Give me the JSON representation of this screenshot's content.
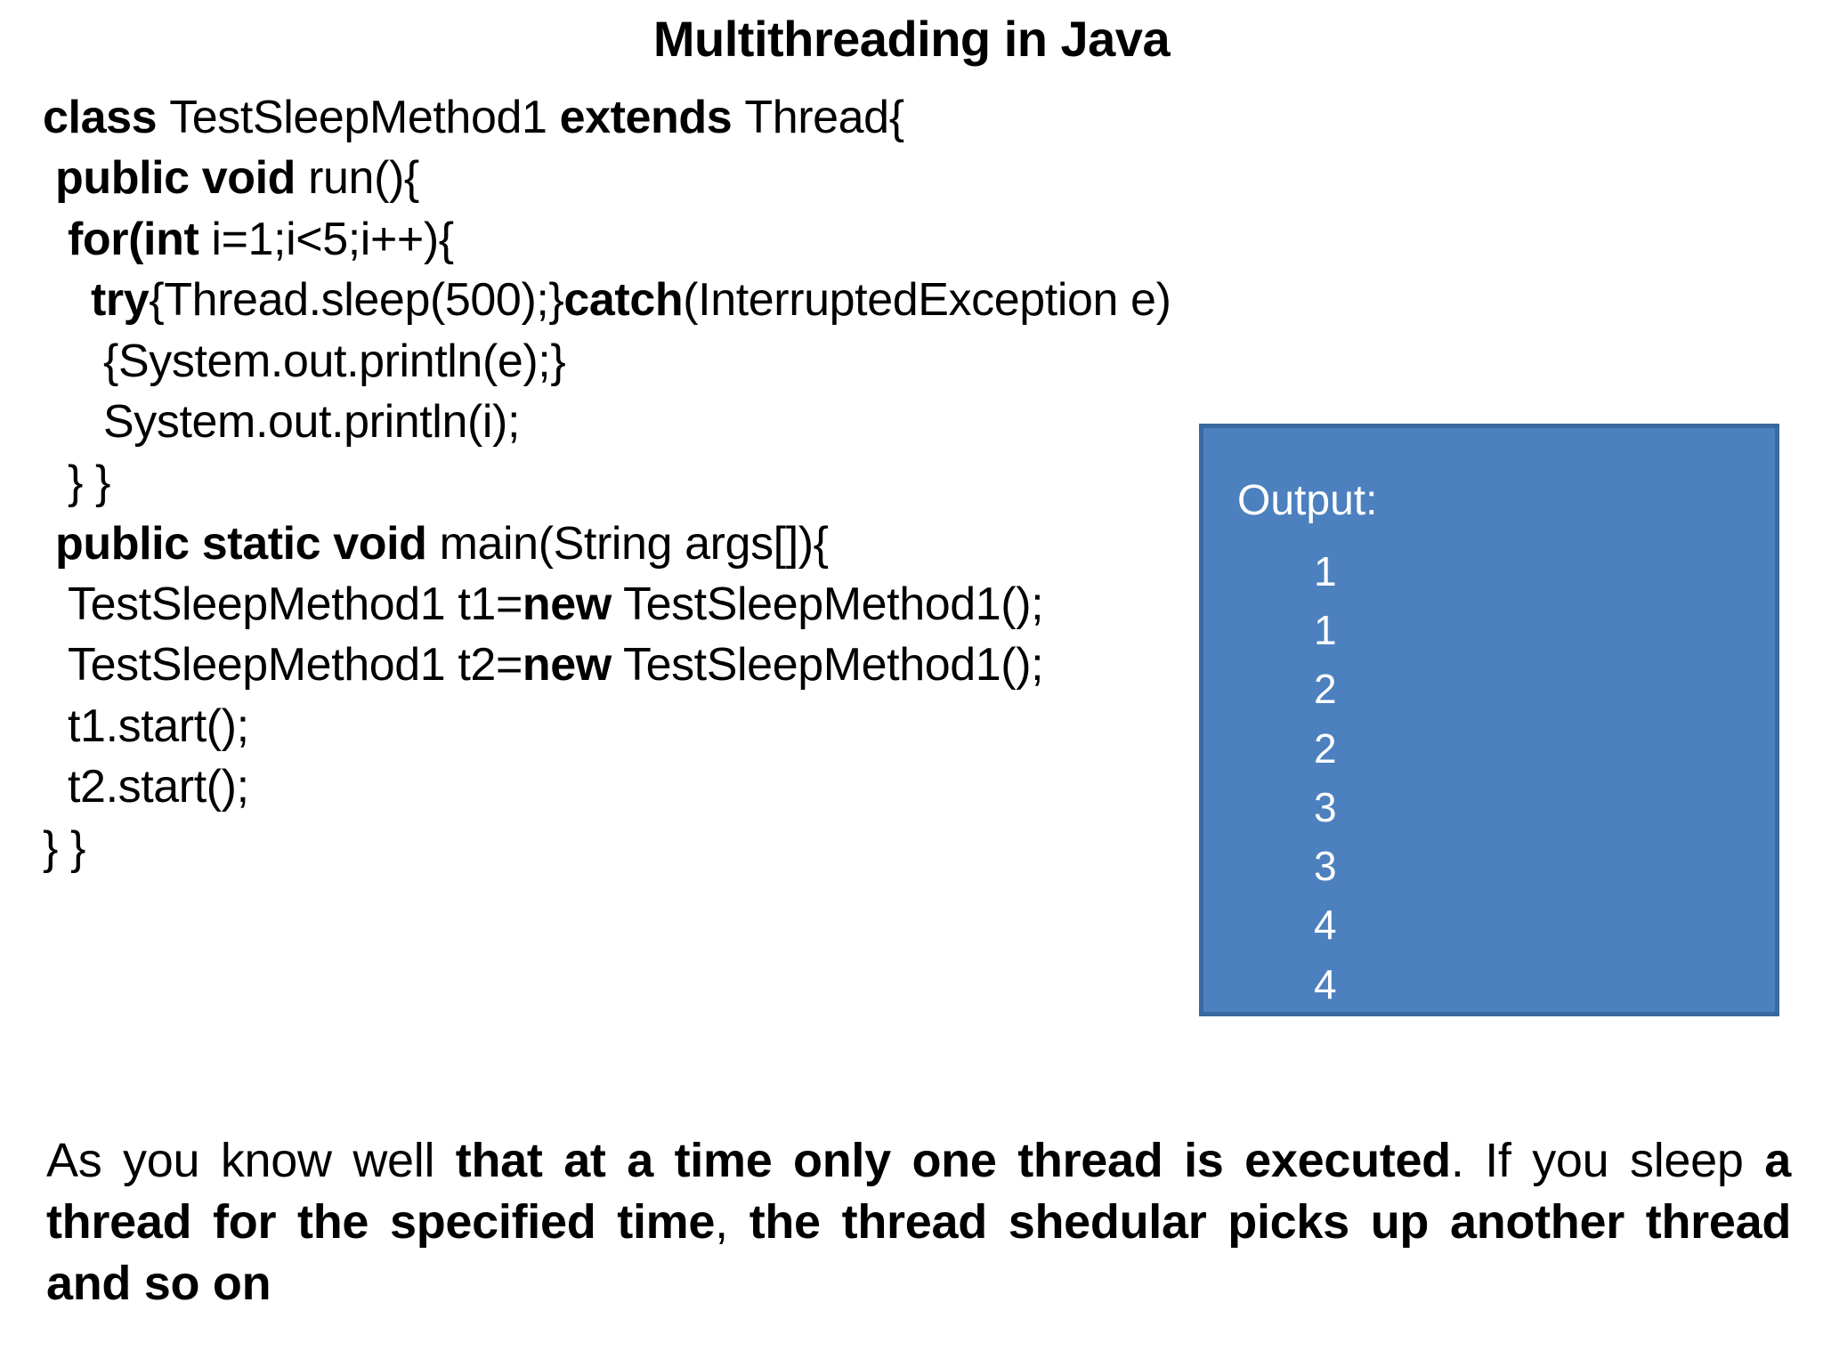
{
  "slide": {
    "title": "Multithreading in Java",
    "background_color": "#FFFFFF",
    "text_color": "#000000"
  },
  "code": {
    "lines": [
      {
        "indent": 0,
        "segments": [
          {
            "text": "class ",
            "bold": true
          },
          {
            "text": "TestSleepMethod1 ",
            "bold": false
          },
          {
            "text": "extends ",
            "bold": true
          },
          {
            "text": "Thread{",
            "bold": false
          }
        ]
      },
      {
        "indent": 1,
        "segments": [
          {
            "text": "public void ",
            "bold": true
          },
          {
            "text": "run(){",
            "bold": false
          }
        ]
      },
      {
        "indent": 2,
        "segments": [
          {
            "text": "for(",
            "bold": true
          },
          {
            "text": "int",
            "bold": true
          },
          {
            "text": " i=1;i<5;i++){",
            "bold": false
          }
        ]
      },
      {
        "indent": 3,
        "segments": [
          {
            "text": "try",
            "bold": true
          },
          {
            "text": "{Thread.sleep(500);}",
            "bold": false
          },
          {
            "text": "catch",
            "bold": true
          },
          {
            "text": "(InterruptedException e)",
            "bold": false
          }
        ]
      },
      {
        "indent": 4,
        "segments": [
          {
            "text": "{System.out.println(e);}",
            "bold": false
          }
        ]
      },
      {
        "indent": 4,
        "segments": [
          {
            "text": "System.out.println(i);",
            "bold": false
          }
        ]
      },
      {
        "indent": 2,
        "segments": [
          {
            "text": "} }",
            "bold": false
          }
        ]
      },
      {
        "indent": 1,
        "segments": [
          {
            "text": "public static void ",
            "bold": true
          },
          {
            "text": "main(String args[]){",
            "bold": false
          }
        ]
      },
      {
        "indent": 2,
        "segments": [
          {
            "text": "TestSleepMethod1 t1=",
            "bold": false
          },
          {
            "text": "new",
            "bold": true
          },
          {
            "text": " TestSleepMethod1();",
            "bold": false
          }
        ]
      },
      {
        "indent": 2,
        "segments": [
          {
            "text": "TestSleepMethod1 t2=",
            "bold": false
          },
          {
            "text": "new",
            "bold": true
          },
          {
            "text": " TestSleepMethod1();",
            "bold": false
          }
        ]
      },
      {
        "indent": 2,
        "segments": [
          {
            "text": "t1.start();",
            "bold": false
          }
        ]
      },
      {
        "indent": 2,
        "segments": [
          {
            "text": "t2.start();",
            "bold": false
          }
        ]
      },
      {
        "indent": 0,
        "segments": [
          {
            "text": "} }",
            "bold": false
          }
        ]
      }
    ]
  },
  "output_box": {
    "label": "Output:",
    "values": [
      "1",
      "1",
      "2",
      "2",
      "3",
      "3",
      "4",
      "4"
    ],
    "fill_color": "#4C80BE",
    "border_color": "#3A68A0",
    "text_color": "#FFFFFF"
  },
  "paragraph": {
    "segments": [
      {
        "text": "As you know well ",
        "bold": false
      },
      {
        "text": "that at a time only one thread is executed",
        "bold": true
      },
      {
        "text": ". If you sleep ",
        "bold": false
      },
      {
        "text": "a thread for the specified time",
        "bold": true
      },
      {
        "text": ", ",
        "bold": false
      },
      {
        "text": "the thread shedular picks up another thread and so on",
        "bold": true
      }
    ]
  }
}
